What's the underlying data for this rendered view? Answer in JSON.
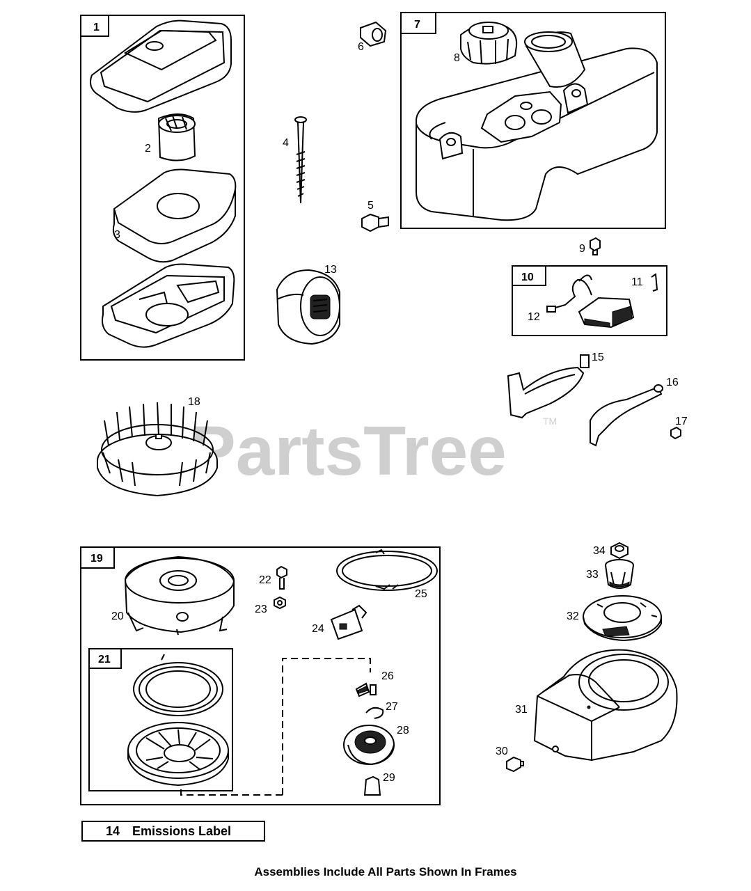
{
  "watermark": {
    "text": "PartsTree",
    "tm": "TM",
    "color": "#cfcfcf"
  },
  "frames": {
    "f1": "1",
    "f7": "7",
    "f10": "10",
    "f19": "19",
    "f21": "21"
  },
  "labels": {
    "p2": "2",
    "p3": "3",
    "p4": "4",
    "p5": "5",
    "p6": "6",
    "p8": "8",
    "p9": "9",
    "p11": "11",
    "p12": "12",
    "p13": "13",
    "p15": "15",
    "p16": "16",
    "p17": "17",
    "p18": "18",
    "p20": "20",
    "p22": "22",
    "p23": "23",
    "p24": "24",
    "p25": "25",
    "p26": "26",
    "p27": "27",
    "p28": "28",
    "p29": "29",
    "p30": "30",
    "p31": "31",
    "p32": "32",
    "p33": "33",
    "p34": "34"
  },
  "emissions": {
    "number": "14",
    "text": "Emissions Label"
  },
  "footer": "Assemblies Include All Parts Shown In Frames"
}
